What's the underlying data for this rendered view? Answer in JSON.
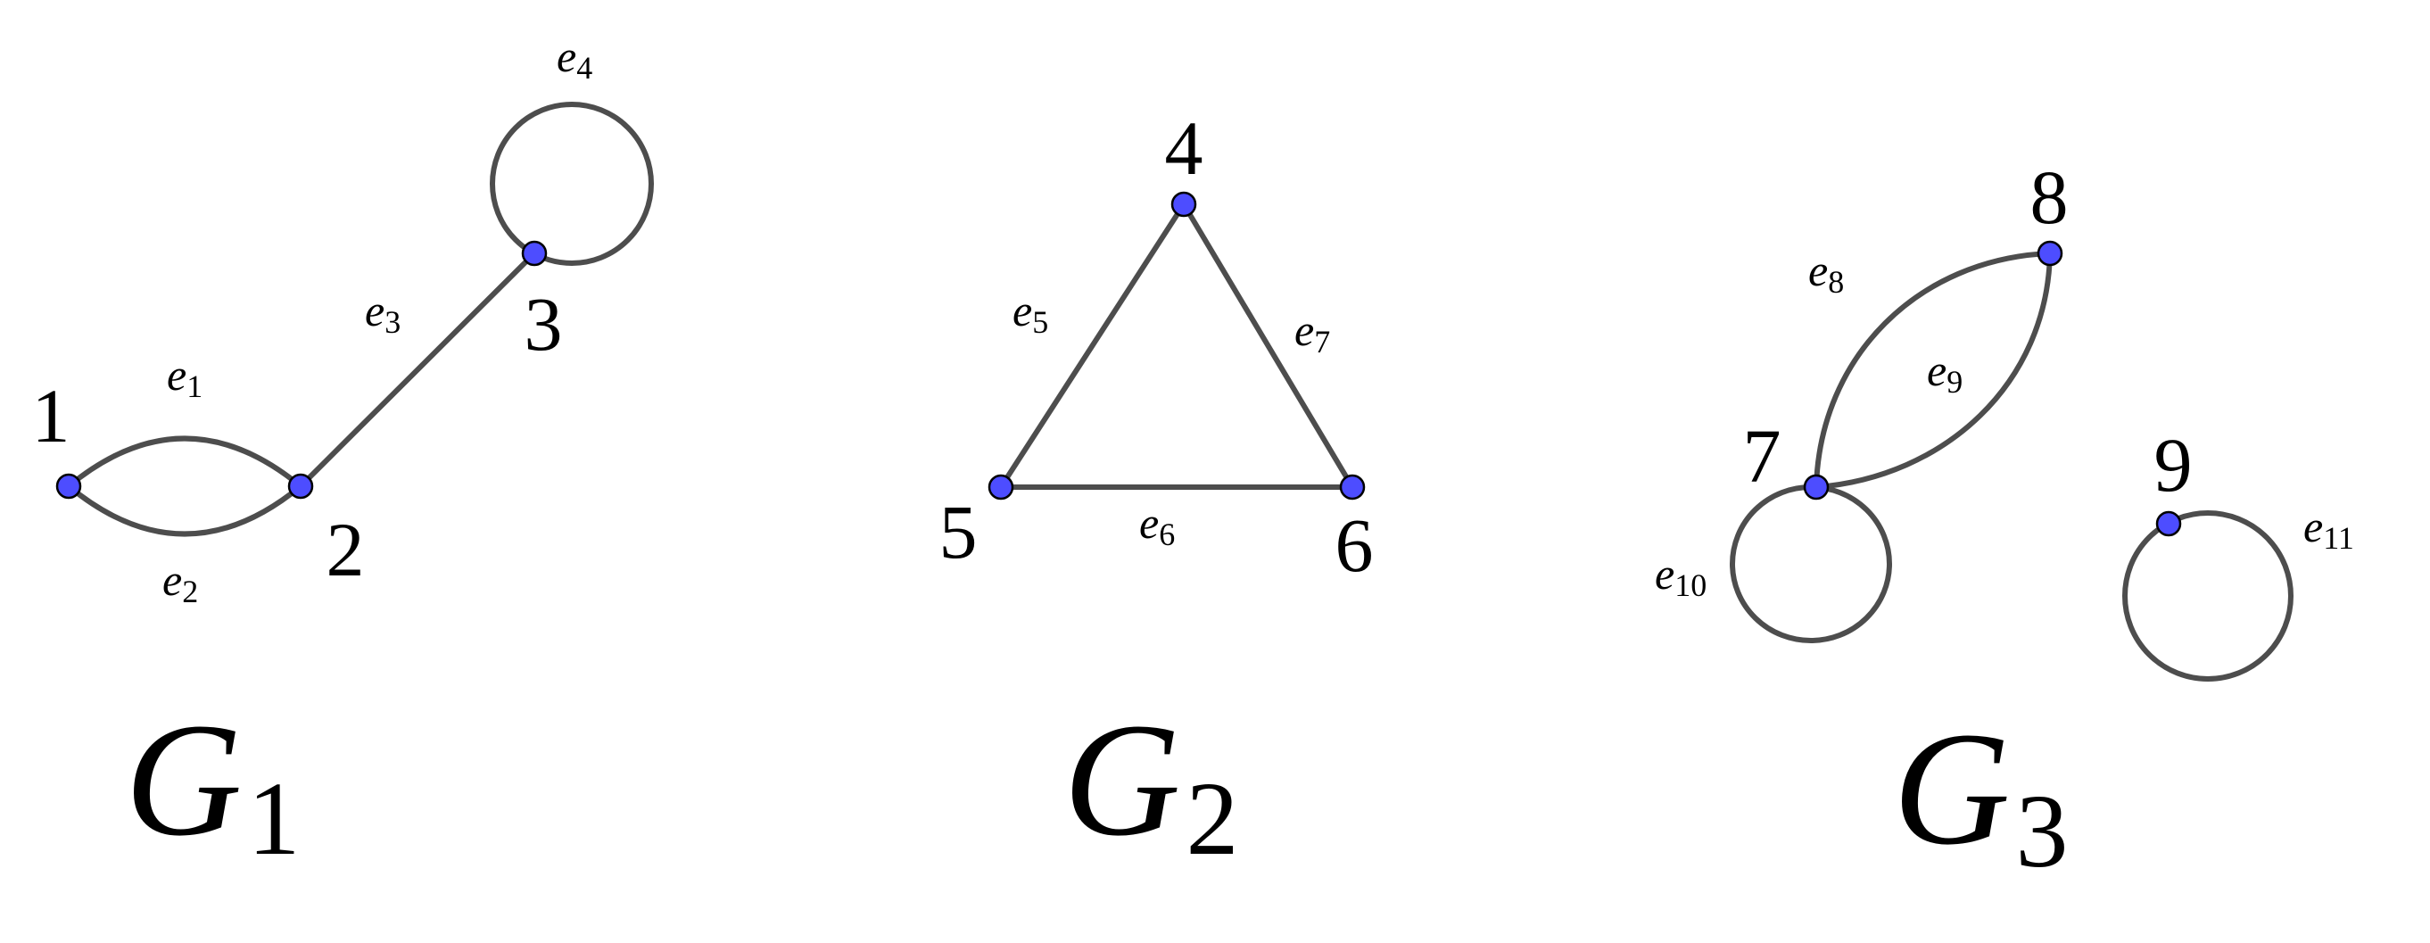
{
  "colors": {
    "background": "#ffffff",
    "edge": "#4d4d4d",
    "node_fill": "#4d4dff",
    "node_stroke": "#000000",
    "text": "#000000"
  },
  "graphs": [
    {
      "name": "G1",
      "label": {
        "main": "G",
        "sub": "1"
      },
      "vertices": [
        {
          "id": "1",
          "label": "1"
        },
        {
          "id": "2",
          "label": "2"
        },
        {
          "id": "3",
          "label": "3"
        }
      ],
      "edges": [
        {
          "id": "e1",
          "label": {
            "main": "e",
            "sub": "1"
          },
          "from": "1",
          "to": "2",
          "kind": "arc-upper"
        },
        {
          "id": "e2",
          "label": {
            "main": "e",
            "sub": "2"
          },
          "from": "1",
          "to": "2",
          "kind": "arc-lower"
        },
        {
          "id": "e3",
          "label": {
            "main": "e",
            "sub": "3"
          },
          "from": "2",
          "to": "3",
          "kind": "straight"
        },
        {
          "id": "e4",
          "label": {
            "main": "e",
            "sub": "4"
          },
          "from": "3",
          "to": "3",
          "kind": "loop"
        }
      ]
    },
    {
      "name": "G2",
      "label": {
        "main": "G",
        "sub": "2"
      },
      "vertices": [
        {
          "id": "4",
          "label": "4"
        },
        {
          "id": "5",
          "label": "5"
        },
        {
          "id": "6",
          "label": "6"
        }
      ],
      "edges": [
        {
          "id": "e5",
          "label": {
            "main": "e",
            "sub": "5"
          },
          "from": "4",
          "to": "5",
          "kind": "straight"
        },
        {
          "id": "e6",
          "label": {
            "main": "e",
            "sub": "6"
          },
          "from": "5",
          "to": "6",
          "kind": "straight"
        },
        {
          "id": "e7",
          "label": {
            "main": "e",
            "sub": "7"
          },
          "from": "4",
          "to": "6",
          "kind": "straight"
        }
      ]
    },
    {
      "name": "G3",
      "label": {
        "main": "G",
        "sub": "3"
      },
      "vertices": [
        {
          "id": "7",
          "label": "7"
        },
        {
          "id": "8",
          "label": "8"
        },
        {
          "id": "9",
          "label": "9"
        }
      ],
      "edges": [
        {
          "id": "e8",
          "label": {
            "main": "e",
            "sub": "8"
          },
          "from": "7",
          "to": "8",
          "kind": "arc-left"
        },
        {
          "id": "e9",
          "label": {
            "main": "e",
            "sub": "9"
          },
          "from": "7",
          "to": "8",
          "kind": "arc-right"
        },
        {
          "id": "e10",
          "label": {
            "main": "e",
            "sub": "10"
          },
          "from": "7",
          "to": "7",
          "kind": "loop"
        },
        {
          "id": "e11",
          "label": {
            "main": "e",
            "sub": "11"
          },
          "from": "9",
          "to": "9",
          "kind": "loop"
        }
      ]
    }
  ]
}
